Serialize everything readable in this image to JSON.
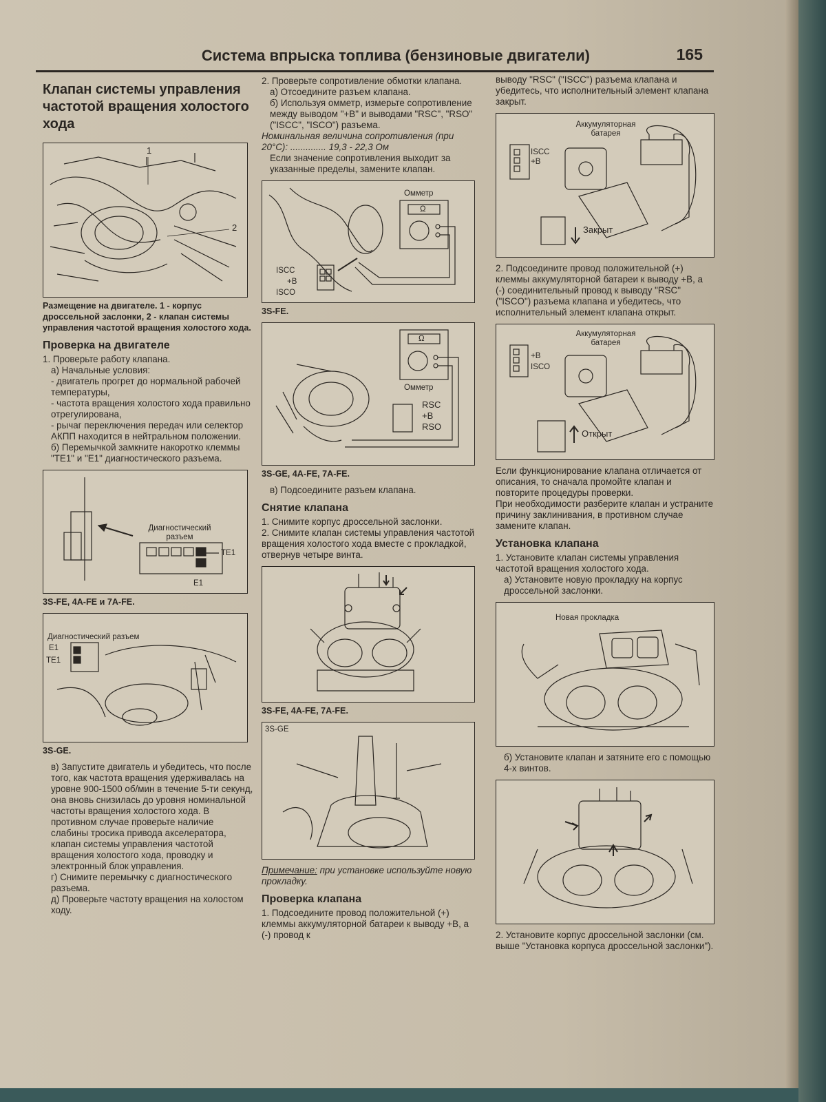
{
  "header": {
    "title": "Система впрыска топлива (бензиновые двигатели)",
    "page_number": "165"
  },
  "col1": {
    "heading": "Клапан системы управления частотой вращения холостого хода",
    "fig1": {
      "label_1": "1",
      "label_2": "2"
    },
    "fig1_caption": "Размещение на двигателе. 1 - корпус дроссельной заслонки, 2 - клапан системы управления частотой вращения холостого хода.",
    "section_check": "Проверка на двигателе",
    "p1": "1. Проверьте работу клапана.",
    "p1a": "а) Начальные условия:",
    "p1a1": "- двигатель прогрет до нормальной рабочей температуры,",
    "p1a2": "- частота вращения холостого хода правильно отрегулирована,",
    "p1a3": "- рычаг переключения передач или селектор АКПП находится в нейтральном положении.",
    "p1b": "б) Перемычкой замкните накоротко клеммы \"TE1\" и \"E1\" диагностического разъема.",
    "fig2": {
      "diag": "Диагностический разъем",
      "te1": "TE1",
      "e1": "E1"
    },
    "fig2_caption": "3S-FE, 4A-FE и 7A-FE.",
    "fig3": {
      "diag": "Диагностический разъем",
      "e1": "E1",
      "te1": "TE1"
    },
    "fig3_caption": "3S-GE.",
    "p1c": "в) Запустите двигатель и убедитесь, что после того, как частота вращения удерживалась на уровне 900-1500 об/мин в течение 5-ти секунд, она вновь снизилась до уровня номинальной частоты вращения холостого хода. В противном случае проверьте наличие слабины тросика привода акселератора, клапан системы управления частотой вращения холостого хода, проводку и электронный блок управления.",
    "p1d": "г) Снимите перемычку с диагностического разъема.",
    "p1e": "д) Проверьте частоту вращения на холостом ходу."
  },
  "col2": {
    "p2": "2. Проверьте сопротивление обмотки клапана.",
    "p2a": "а) Отсоедините разъем клапана.",
    "p2b": "б) Используя омметр, измерьте сопротивление между выводом \"+B\" и выводами \"RSC\", \"RSO\" (\"ISCC\", \"ISCO\") разъема.",
    "nominal": "Номинальная величина сопротивления (при 20°C): .............. 19,3 - 22,3 Ом",
    "p2c": "Если значение сопротивления выходит за указанные пределы, замените клапан.",
    "fig4": {
      "ohm": "Омметр",
      "omega": "Ω",
      "iscc": "ISCC",
      "pb": "+B",
      "isco": "ISCO"
    },
    "fig4_caption": "3S-FE.",
    "fig5": {
      "ohm": "Омметр",
      "omega": "Ω",
      "rsc": "RSC",
      "pb": "+B",
      "rso": "RSO"
    },
    "fig5_caption": "3S-GE, 4A-FE, 7A-FE.",
    "p2d": "в) Подсоедините разъем клапана.",
    "section_remove": "Снятие клапана",
    "r1": "1. Снимите корпус дроссельной заслонки.",
    "r2": "2. Снимите клапан системы управления частотой вращения холостого хода вместе с прокладкой, отвернув четыре винта.",
    "fig6_caption": "3S-FE, 4A-FE, 7A-FE.",
    "fig7": {
      "label": "3S-GE"
    },
    "note_label": "Примечание:",
    "note_text": " при установке используйте новую прокладку.",
    "section_valve_check": "Проверка клапана",
    "v1": "1. Подсоедините провод положительной (+) клеммы аккумуляторной батареи к выводу +B, а (-) провод к"
  },
  "col3": {
    "v1_cont": "выводу \"RSC\" (\"ISCC\") разъема клапана и убедитесь, что исполнительный элемент клапана закрыт.",
    "fig8": {
      "battery": "Аккумуляторная батарея",
      "iscc": "ISCC",
      "pb": "+B",
      "closed": "Закрыт"
    },
    "v2": "2. Подсоедините провод положительной (+) клеммы аккумуляторной батареи к выводу +B, а (-) соединительный провод к выводу \"RSC\" (\"ISCO\") разъема клапана и убедитесь, что исполнительный элемент клапана открыт.",
    "fig9": {
      "battery": "Аккумуляторная батарея",
      "pb": "+B",
      "isco": "ISCO",
      "open": "Открыт"
    },
    "v3": "Если функционирование клапана отличается от описания, то сначала промойте клапан и повторите процедуры проверки.",
    "v4": "При необходимости разберите клапан и устраните причину заклинивания, в противном случае замените клапан.",
    "section_install": "Установка клапана",
    "i1": "1. Установите клапан системы управления частотой вращения холостого хода.",
    "i1a": "а) Установите новую прокладку на корпус дроссельной заслонки.",
    "fig10": {
      "gasket": "Новая прокладка"
    },
    "i1b": "б) Установите клапан и затяните его с помощью 4-х винтов.",
    "i2": "2. Установите корпус дроссельной заслонки (см. выше \"Установка корпуса дроссельной заслонки\")."
  }
}
